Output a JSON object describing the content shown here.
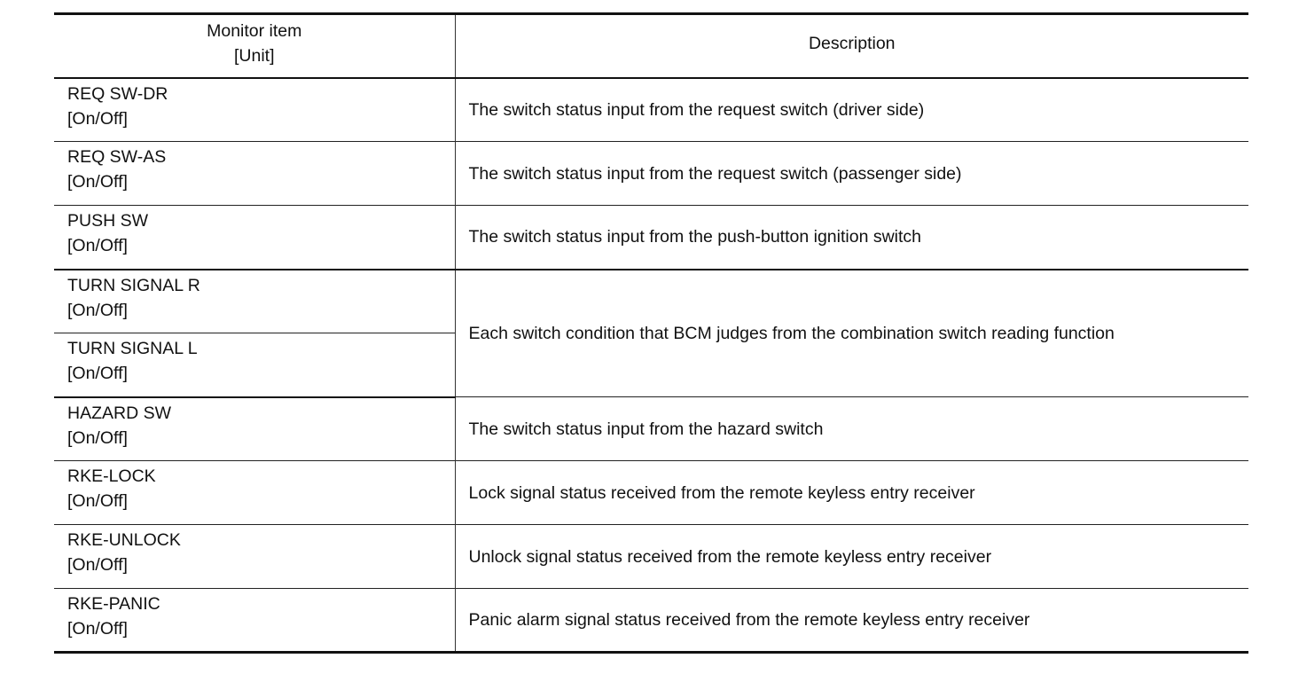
{
  "header": {
    "item_line1": "Monitor item",
    "item_line2": "[Unit]",
    "description": "Description"
  },
  "rows": [
    {
      "item": "REQ SW-DR",
      "unit": "[On/Off]",
      "description": "The switch status input from the request switch (driver side)"
    },
    {
      "item": "REQ SW-AS",
      "unit": "[On/Off]",
      "description": "The switch status input from the request switch (passenger side)"
    },
    {
      "item": "PUSH SW",
      "unit": "[On/Off]",
      "description": "The switch status input from the push-button ignition switch"
    },
    {
      "item": "TURN SIGNAL R",
      "unit": "[On/Off]",
      "description": "Each switch condition that BCM judges from the combination switch reading function"
    },
    {
      "item": "TURN SIGNAL L",
      "unit": "[On/Off]"
    },
    {
      "item": "HAZARD SW",
      "unit": "[On/Off]",
      "description": "The switch status input from the hazard switch"
    },
    {
      "item": "RKE-LOCK",
      "unit": "[On/Off]",
      "description": "Lock signal status received from the remote keyless entry receiver"
    },
    {
      "item": "RKE-UNLOCK",
      "unit": "[On/Off]",
      "description": "Unlock signal status received from the remote keyless entry receiver"
    },
    {
      "item": "RKE-PANIC",
      "unit": "[On/Off]",
      "description": "Panic alarm signal status received from the remote keyless entry receiver"
    }
  ]
}
